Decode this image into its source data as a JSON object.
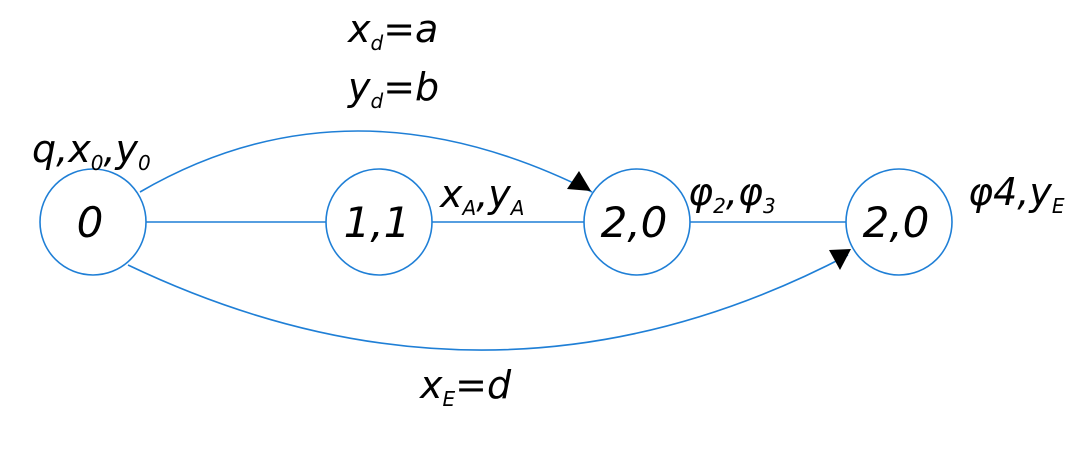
{
  "nodes": [
    {
      "id": "n0",
      "label": "0"
    },
    {
      "id": "n1",
      "label": "1,1"
    },
    {
      "id": "n2",
      "label": "2,0"
    },
    {
      "id": "n3",
      "label": "2,0"
    }
  ],
  "labels": {
    "node0": {
      "q": "q,",
      "x": "x",
      "x_sub": "0",
      "sep": ",",
      "y": "y",
      "y_sub": "0"
    },
    "edge_top_x": {
      "x": "x",
      "sub": "d",
      "rest": "=a"
    },
    "edge_top_y": {
      "y": "y",
      "sub": "d",
      "rest": "=b"
    },
    "node1": {
      "x": "x",
      "x_sub": "A",
      "sep": ",",
      "y": "y",
      "y_sub": "A"
    },
    "node2": {
      "phi1": "φ",
      "phi1_sub": "2",
      "sep": ",",
      "phi2": "φ",
      "phi2_sub": "3"
    },
    "node3": {
      "phi": "φ4,",
      "y": "y",
      "y_sub": "E"
    },
    "edge_bottom": {
      "x": "x",
      "sub": "E",
      "rest": "=d"
    }
  },
  "colors": {
    "edge": "#1f7fd6",
    "arrow": "#000000",
    "text": "#000000"
  }
}
